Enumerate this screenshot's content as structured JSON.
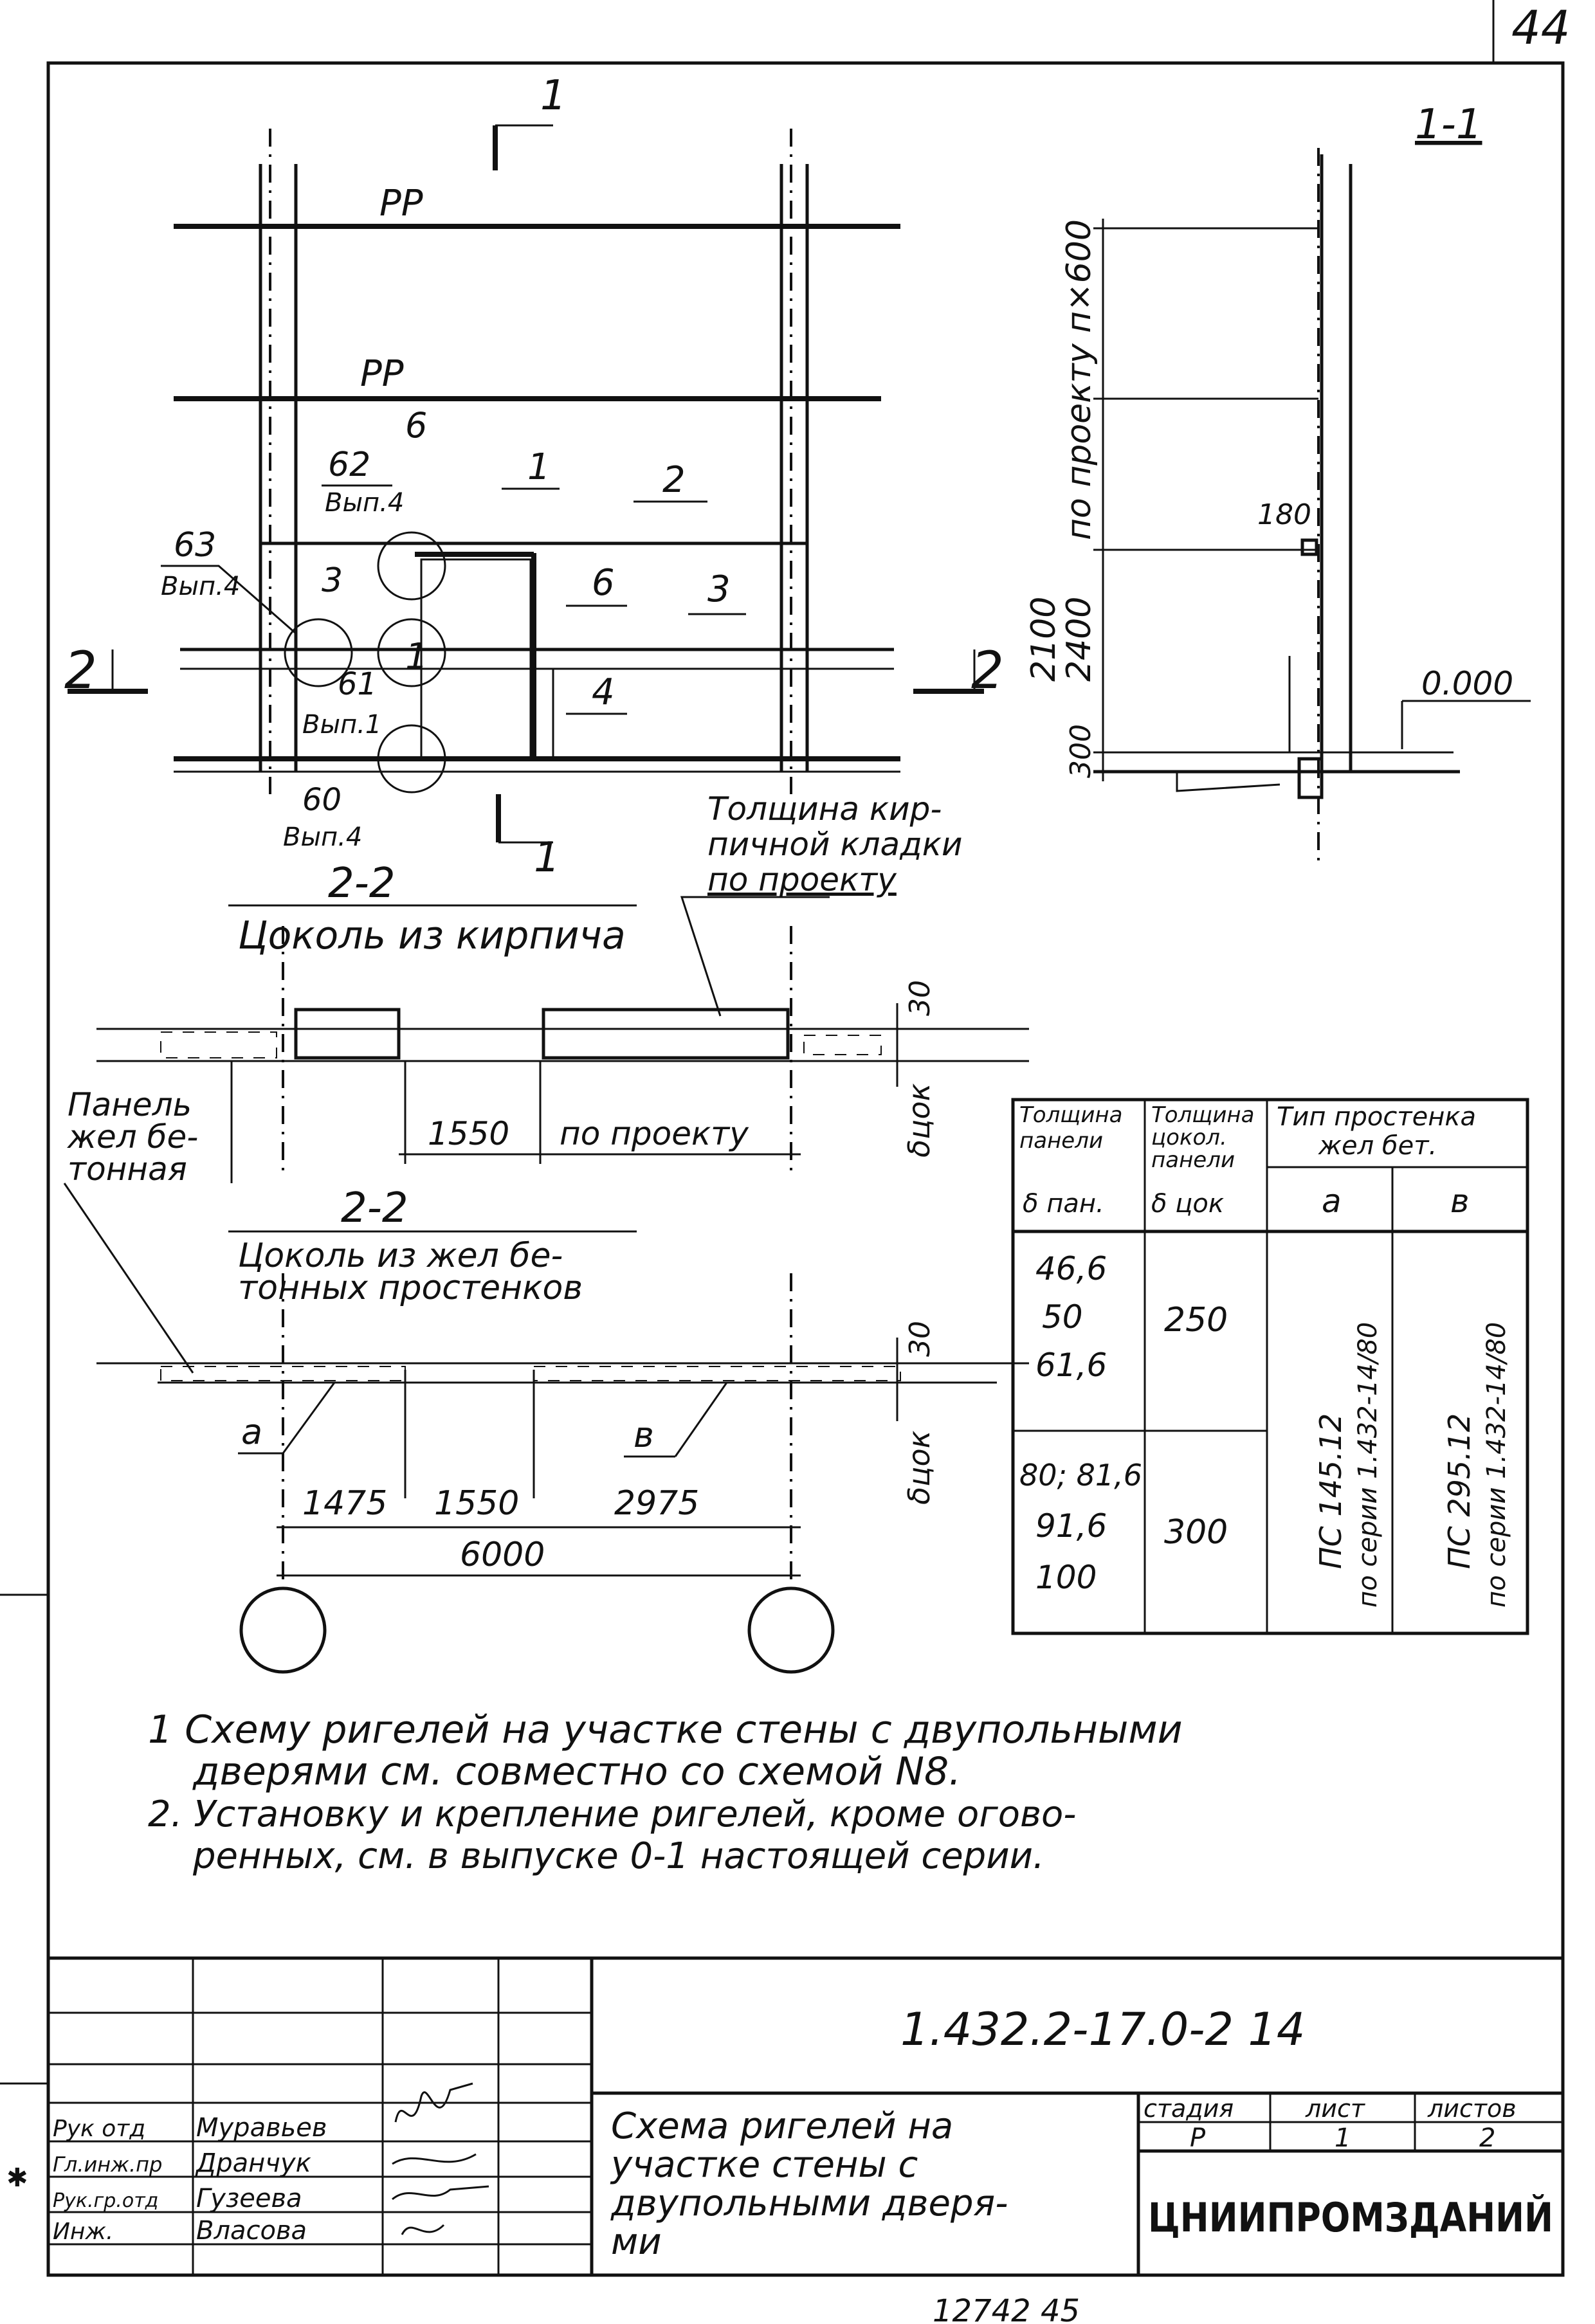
{
  "sheet_number": "44",
  "elevation": {
    "section_mark_top": "1",
    "section_mark_bottom": "1",
    "rail_label_1": "РР",
    "rail_label_2": "РР",
    "section_left": "2",
    "section_right": "2",
    "callouts": {
      "n6": "6",
      "n62": "62",
      "n62_sub": "Вып.4",
      "n63": "63",
      "n63_sub": "Вып.4",
      "n3_left": "3",
      "n61": "61",
      "n61_sub": "Вып.1",
      "n60": "60",
      "n60_sub": "Вып.4",
      "n1": "1",
      "n2": "2",
      "n6_right": "6",
      "n3_right": "3",
      "n4": "4",
      "circle_1": "1"
    }
  },
  "section_1_1": {
    "title": "1-1",
    "dim_vertical_text": "по проекту п×600",
    "dim_180": "180",
    "dim_2100": "2100",
    "dim_2400": "2400",
    "dim_300": "300",
    "level": "0.000"
  },
  "section_2_2_brick": {
    "title": "2-2",
    "subtitle": "Цоколь из кирпича",
    "note": "Толщина кирпичной кладки по проекту",
    "dim_1550": "1550",
    "dim_project": "по проекту",
    "dim_30": "30",
    "dim_bcok": "δцок",
    "panel_label": "Панель жел бетонная"
  },
  "section_2_2_concrete": {
    "title": "2-2",
    "subtitle": "Цоколь из жел бетонных простенков",
    "label_a": "а",
    "label_b": "в",
    "dim_1475": "1475",
    "dim_1550": "1550",
    "dim_2975": "2975",
    "dim_6000": "6000",
    "dim_30": "30",
    "dim_bcok": "δцок"
  },
  "table": {
    "headers": {
      "col1": "Толщина панели",
      "col2": "Толщина цокол. панели",
      "col3": "Тип простенка жел бет.",
      "sub1": "δ пан.",
      "sub2": "δ цок",
      "sub3a": "а",
      "sub3b": "в"
    },
    "rows": [
      {
        "panel": [
          "46,6",
          "50",
          "61,6"
        ],
        "plinth": "250"
      },
      {
        "panel": [
          "80; 81,6",
          "91,6",
          "100"
        ],
        "plinth": "300"
      }
    ],
    "type_a": [
      "ПС 145.12",
      "по серии 1.432-14/80"
    ],
    "type_b": [
      "ПС 295.12",
      "по серии 1.432-14/80"
    ]
  },
  "notes": [
    "1  Схему ригелей на участке стены с двупольными",
    "дверями см. совместно со схемой  N8.",
    "2. Установку и крепление ригелей, кроме оговоренных, см. в выпуске 0-1 настоящей серии."
  ],
  "title_block": {
    "code": "1.432.2-17.0-2 14",
    "roles": [
      "Рук отд",
      "Гл.инж.пр",
      "Рук.гр.отд",
      "Инж."
    ],
    "names": [
      "Муравьев",
      "Дранчук",
      "Гузеева",
      "Власова"
    ],
    "title_lines": [
      "Схема ригелей на",
      "участке стены с",
      "двупольными дверя-",
      "ми"
    ],
    "stage_header": "стадия",
    "sheet_header": "лист",
    "sheets_header": "листов",
    "stage": "Р",
    "sheet": "1",
    "sheets": "2",
    "organization": "ЦНИИПРОМЗДАНИЙ"
  },
  "footer_number": "12742   45"
}
